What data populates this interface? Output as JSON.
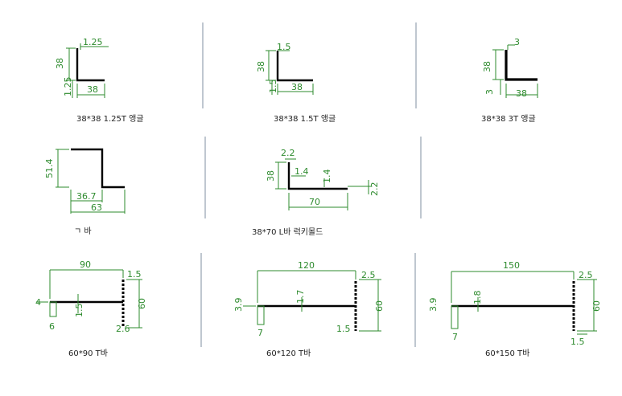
{
  "captions": [
    "38*38 1.25T 앵글",
    "38*38 1.5T 앵글",
    "38*38 3T 앵글",
    "ㄱ 바",
    "38*70 L바 럭키몰드",
    "60*90 T바",
    "60*120 T바",
    "60*150 T바"
  ],
  "p1": {
    "top": "1.25",
    "height": "38",
    "thick": "1.25",
    "width": "38"
  },
  "p2": {
    "top": "1.5",
    "height": "38",
    "thick": "1.5",
    "width": "38"
  },
  "p3": {
    "top": "3",
    "height": "38",
    "thick": "3",
    "width": "38"
  },
  "p4": {
    "height": "51.4",
    "inner": "36.7",
    "total": "63"
  },
  "p5": {
    "top": "2.2",
    "height": "38",
    "t1": "1.4",
    "t2": "1.4",
    "end": "2.2",
    "width": "70"
  },
  "p6": {
    "width": "90",
    "top": "1.5",
    "left": "4",
    "bottom_left": "6",
    "web": "1.5",
    "flange": "60",
    "bottom": "2.6"
  },
  "p7": {
    "width": "120",
    "top": "2.5",
    "left": "3.9",
    "bottom_left": "7",
    "web": "1.7",
    "flange": "60",
    "bottom": "1.5"
  },
  "p8": {
    "width": "150",
    "top": "2.5",
    "left": "3.9",
    "bottom_left": "7",
    "web": "1.8",
    "flange": "60",
    "bottom": "1.5"
  }
}
